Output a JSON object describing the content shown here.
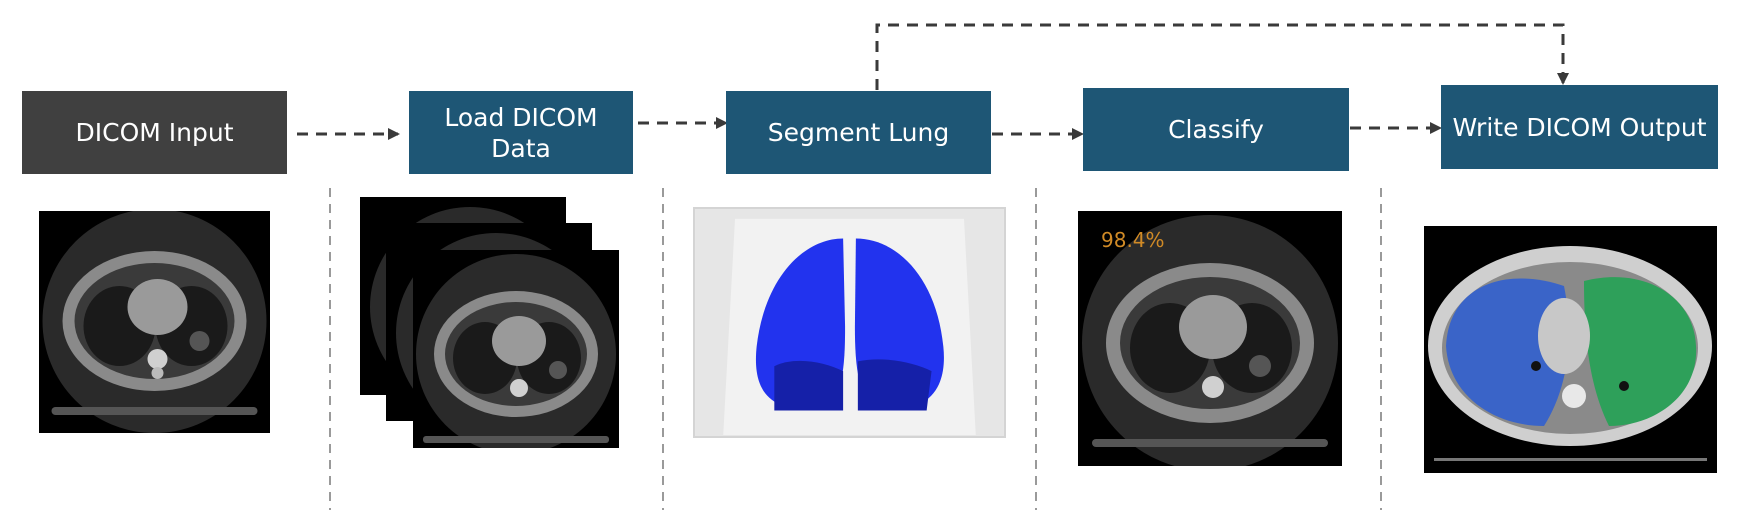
{
  "diagram": {
    "stages": [
      {
        "id": "dicom-input",
        "label": "DICOM Input",
        "color": "#404040"
      },
      {
        "id": "load-dicom-data",
        "label": "Load DICOM\nData",
        "color": "#1e5675"
      },
      {
        "id": "segment-lung",
        "label": "Segment Lung",
        "color": "#1e5675"
      },
      {
        "id": "classify",
        "label": "Classify",
        "color": "#1e5675"
      },
      {
        "id": "write-dicom-output",
        "label": "Write DICOM Output",
        "color": "#1e5675"
      }
    ],
    "connections": [
      {
        "from": "dicom-input",
        "to": "load-dicom-data",
        "style": "dashed"
      },
      {
        "from": "load-dicom-data",
        "to": "segment-lung",
        "style": "dashed"
      },
      {
        "from": "segment-lung",
        "to": "classify",
        "style": "dashed"
      },
      {
        "from": "classify",
        "to": "write-dicom-output",
        "style": "dashed"
      },
      {
        "from": "segment-lung",
        "to": "write-dicom-output",
        "style": "dashed",
        "route": "over-top"
      }
    ],
    "panels": [
      {
        "stage": "dicom-input",
        "image": "axial-ct-slice"
      },
      {
        "stage": "load-dicom-data",
        "image": "stacked-ct-slices"
      },
      {
        "stage": "segment-lung",
        "image": "3d-lung-segmentation-render"
      },
      {
        "stage": "classify",
        "image": "axial-ct-slice-with-score",
        "overlay_text": "98.4%"
      },
      {
        "stage": "write-dicom-output",
        "image": "ct-slice-with-lung-overlay"
      }
    ],
    "colors": {
      "arrow": "#3a3a3a",
      "separator": "#9a9a9a",
      "lung_segmentation": "#2233ee",
      "overlay_left_lung": "#3a64c8",
      "overlay_right_lung": "#2ea05a",
      "confidence_text": "#d08a26"
    }
  }
}
